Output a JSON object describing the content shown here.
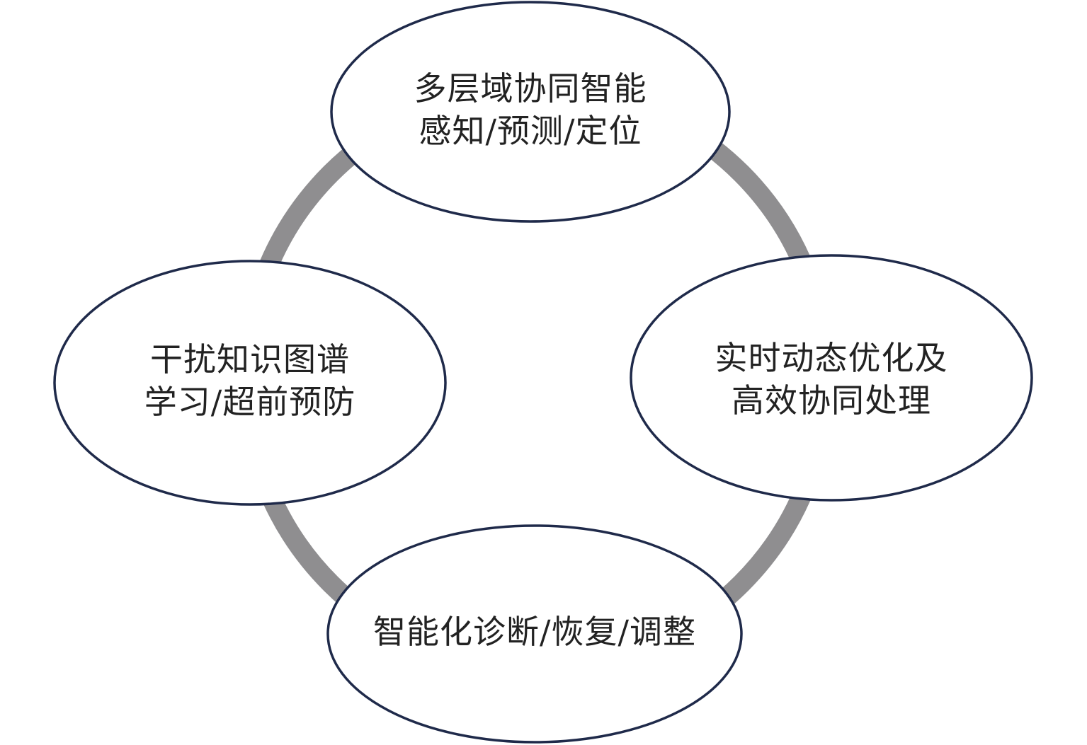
{
  "colors": {
    "ring": "#8f8e90",
    "ellipse_stroke": "#1f2a4a",
    "ellipse_fill": "#ffffff",
    "text": "#222222"
  },
  "nodes": {
    "top": {
      "lines": [
        "多层域协同智能",
        "感知/预测/定位"
      ]
    },
    "right": {
      "lines": [
        "实时动态优化及",
        "高效协同处理"
      ]
    },
    "bottom": {
      "lines": [
        "智能化诊断/恢复/调整"
      ]
    },
    "left": {
      "lines": [
        "干扰知识图谱",
        "学习/超前预防"
      ]
    }
  }
}
